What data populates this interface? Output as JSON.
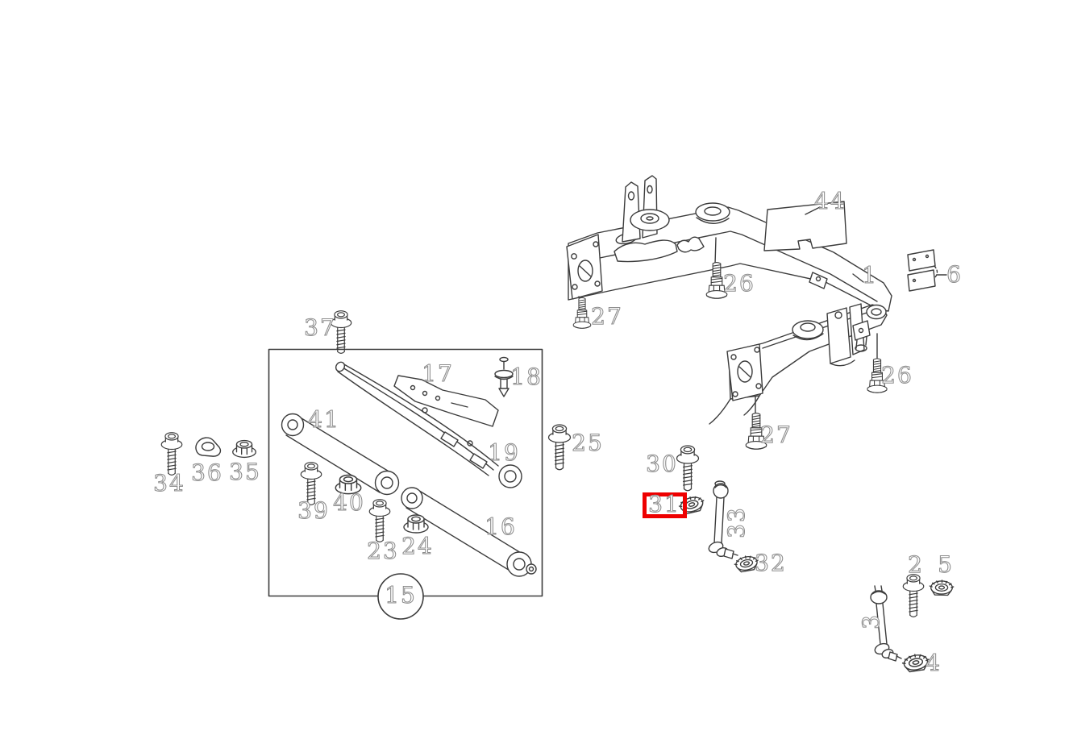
{
  "diagram_kind": "rear-axle-subframe-exploded-parts-diagram",
  "colors": {
    "background": "#ffffff",
    "line_art": "#3c3c3c",
    "callout_text": "#8d8d8d",
    "highlight_box": "#ee0000"
  },
  "highlight": {
    "label": "31",
    "color": "#ee0000"
  },
  "callouts": {
    "c44": "44",
    "c26a": "26",
    "c27a": "27",
    "c1": "1",
    "c6": "6",
    "c26b": "26",
    "c27b": "27",
    "c37": "37",
    "c17": "17",
    "c18": "18",
    "c41": "41",
    "c19": "19",
    "c25": "25",
    "c30": "30",
    "c31": "31",
    "c33": "33",
    "c32": "32",
    "c34": "34",
    "c36": "36",
    "c35": "35",
    "c39": "39",
    "c40": "40",
    "c23": "23",
    "c24": "24",
    "c16": "16",
    "c15": "15",
    "c2": "2",
    "c5": "5",
    "c3": "3",
    "c4": "4"
  },
  "parts": [
    {
      "callout": "1",
      "kind": "subframe-crossmember-assembly"
    },
    {
      "callout": "44",
      "kind": "shim-plate"
    },
    {
      "callout": "6",
      "kind": "retainer-plates"
    },
    {
      "callout": "26",
      "kind": "flange-bolt-upper-mount"
    },
    {
      "callout": "27",
      "kind": "flange-bolt-lower-mount"
    },
    {
      "callout": "37",
      "kind": "torx-flange-bolt"
    },
    {
      "callout": "34",
      "kind": "torx-flange-bolt"
    },
    {
      "callout": "36",
      "kind": "clip-nut"
    },
    {
      "callout": "35",
      "kind": "flange-nut"
    },
    {
      "callout": "41",
      "kind": "control-arm"
    },
    {
      "callout": "17",
      "kind": "bracket-plate"
    },
    {
      "callout": "18",
      "kind": "expansion-pin"
    },
    {
      "callout": "19",
      "kind": "trailing-arm"
    },
    {
      "callout": "39",
      "kind": "torx-flange-bolt"
    },
    {
      "callout": "40",
      "kind": "flange-nut"
    },
    {
      "callout": "23",
      "kind": "torx-flange-bolt"
    },
    {
      "callout": "24",
      "kind": "flange-nut"
    },
    {
      "callout": "16",
      "kind": "control-arm"
    },
    {
      "callout": "15",
      "kind": "repair-kit-group-circle"
    },
    {
      "callout": "25",
      "kind": "torx-flange-bolt"
    },
    {
      "callout": "30",
      "kind": "torx-flange-bolt"
    },
    {
      "callout": "31",
      "kind": "lock-nut",
      "highlighted": true
    },
    {
      "callout": "33",
      "kind": "stabilizer-link"
    },
    {
      "callout": "32",
      "kind": "lock-nut"
    },
    {
      "callout": "2",
      "kind": "torx-flange-bolt"
    },
    {
      "callout": "5",
      "kind": "lock-nut"
    },
    {
      "callout": "3",
      "kind": "stabilizer-link"
    },
    {
      "callout": "4",
      "kind": "lock-nut"
    }
  ]
}
